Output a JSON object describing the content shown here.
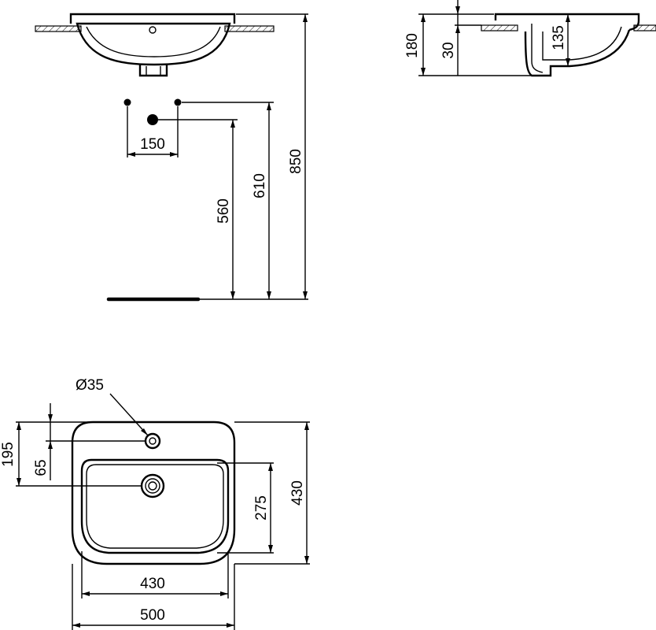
{
  "diagram": {
    "stroke_color": "#000000",
    "background": "#ffffff",
    "front_view": {
      "dim_tap_spacing": "150",
      "dim_waste_height": "560",
      "dim_tap_height": "610",
      "dim_rim_height": "850"
    },
    "side_view": {
      "dim_overall_depth": "180",
      "dim_rim_thickness": "30",
      "dim_bowl_depth": "135"
    },
    "plan_view": {
      "dim_tap_hole": "Ø35",
      "dim_tap_to_back": "195",
      "dim_tap_offset": "65",
      "dim_bowl_depth": "275",
      "dim_overall_depth": "430",
      "dim_bowl_width": "430",
      "dim_overall_width": "500"
    }
  }
}
